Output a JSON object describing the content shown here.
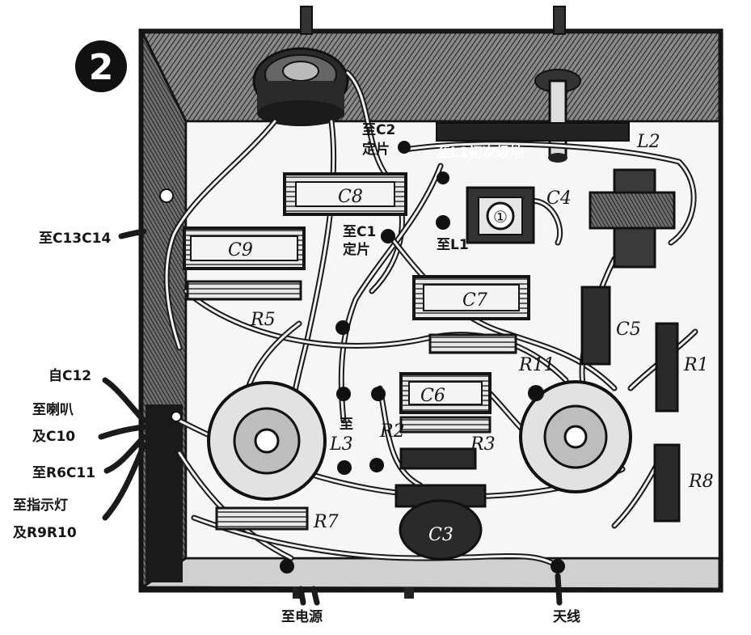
{
  "figure": {
    "number": "2"
  },
  "labels": {
    "c13_c14": "至C13C14",
    "from_c12": "自C12",
    "speaker_c10_line1": "至喇叭",
    "speaker_c10_line2": "及C10",
    "r6_c11": "至R6C11",
    "indicator_line1": "至指示灯",
    "indicator_line2": "及R9R10",
    "power": "至电源",
    "antenna": "天线",
    "c2_line1": "至C2",
    "c2_line2": "定片",
    "l1_primary": "至L1初次级地",
    "c1_line1": "至C1",
    "c1_line2": "定片",
    "to_l1": "至L1",
    "to_small": "至"
  },
  "components": {
    "C8": "C8",
    "C9": "C9",
    "C4": "C4",
    "C7": "C7",
    "C6": "C6",
    "C5": "C5",
    "C3": "C3",
    "L2": "L2",
    "L3": "L3",
    "R5": "R5",
    "R11": "R11",
    "R1": "R1",
    "R2": "R2",
    "R3": "R3",
    "R7": "R7",
    "R8": "R8",
    "dial_mark": "①"
  },
  "colors": {
    "ink": "#151515",
    "paper": "#ffffff",
    "panel": "#f4f4f4",
    "hatch": "#555555"
  }
}
